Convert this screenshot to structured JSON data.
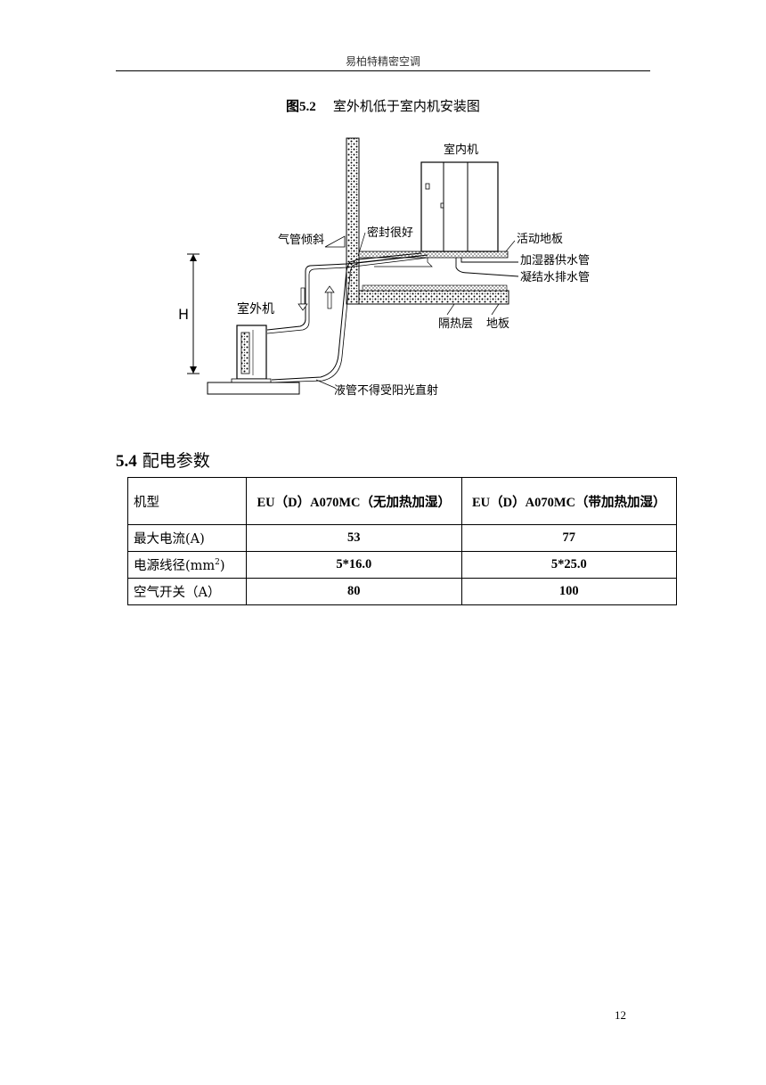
{
  "header": {
    "title": "易柏特精密空调"
  },
  "figure": {
    "caption_num": "图5.2",
    "caption_text": "室外机低于室内机安装图",
    "labels": {
      "indoor_unit": "室内机",
      "seal": "密封很好",
      "gas_pipe_slope": "气管倾斜",
      "raised_floor": "活动地板",
      "humidifier_supply": "加湿器供水管",
      "condensate_drain": "凝结水排水管",
      "insulation_layer": "隔热层",
      "floor": "地板",
      "height": "H",
      "outdoor_unit": "室外机",
      "liquid_pipe_note": "液管不得受阳光直射"
    }
  },
  "section": {
    "number": "5.4",
    "title": "配电参数"
  },
  "table": {
    "header": [
      "机型",
      "EU（D）A070MC（无加热加湿）",
      "EU（D）A070MC（带加热加湿）"
    ],
    "rows": [
      {
        "label_main": "最大电流(A)",
        "label_sup": "",
        "label_tail": "",
        "v1": "53",
        "v2": "77"
      },
      {
        "label_main": "电源线径(mm",
        "label_sup": "2",
        "label_tail": ")",
        "v1": "5*16.0",
        "v2": "5*25.0"
      },
      {
        "label_main": "空气开关（A）",
        "label_sup": "",
        "label_tail": "",
        "v1": "80",
        "v2": "100"
      }
    ]
  },
  "page_number": "12"
}
